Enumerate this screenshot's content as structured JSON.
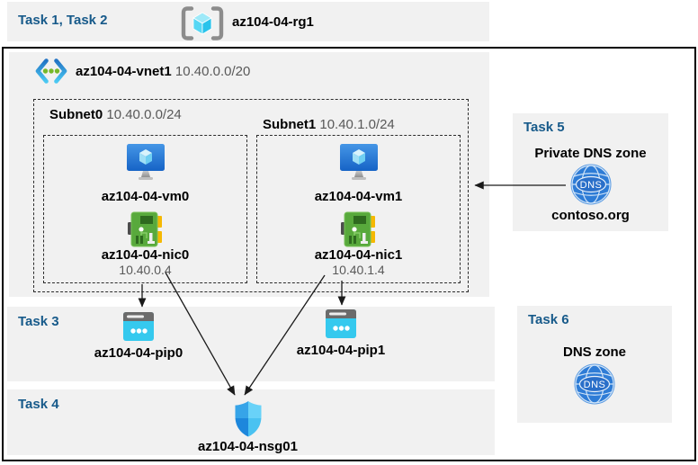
{
  "colors": {
    "task_label": "#175A8A",
    "panel_bg": "#F1F1F1",
    "muted_text": "#595959",
    "frame_border": "#000000",
    "arrow": "#1A1A1A",
    "vm_blue": "#2B7FD4",
    "nic_green": "#58A93C",
    "pip_cyan": "#35C9EE",
    "nsg_blue": "#1D87DC",
    "dns_blue": "#2E7CD6"
  },
  "icons": {
    "resource_group": "brackets-cube-icon",
    "virtual_network": "vnet-chevrons-icon",
    "virtual_machine": "vm-monitor-icon",
    "network_interface": "nic-card-icon",
    "public_ip": "public-ip-icon",
    "nsg": "shield-icon",
    "dns": "dns-globe-icon"
  },
  "header": {
    "tasks_label": "Task 1, Task 2",
    "resource_group_name": "az104-04-rg1"
  },
  "vnet": {
    "name": "az104-04-vnet1",
    "cidr": "10.40.0.0/20",
    "subnets": [
      {
        "name": "Subnet0",
        "cidr": "10.40.0.0/24",
        "vm_name": "az104-04-vm0",
        "nic_name": "az104-04-nic0",
        "nic_ip": "10.40.0.4"
      },
      {
        "name": "Subnet1",
        "cidr": "10.40.1.0/24",
        "vm_name": "az104-04-vm1",
        "nic_name": "az104-04-nic1",
        "nic_ip": "10.40.1.4"
      }
    ]
  },
  "task3": {
    "label": "Task 3",
    "pip0_name": "az104-04-pip0",
    "pip1_name": "az104-04-pip1"
  },
  "task4": {
    "label": "Task 4",
    "nsg_name": "az104-04-nsg01"
  },
  "task5": {
    "label": "Task 5",
    "title": "Private DNS zone",
    "zone_name": "contoso.org",
    "dns_badge": "DNS"
  },
  "task6": {
    "label": "Task 6",
    "title": "DNS zone",
    "dns_badge": "DNS"
  }
}
